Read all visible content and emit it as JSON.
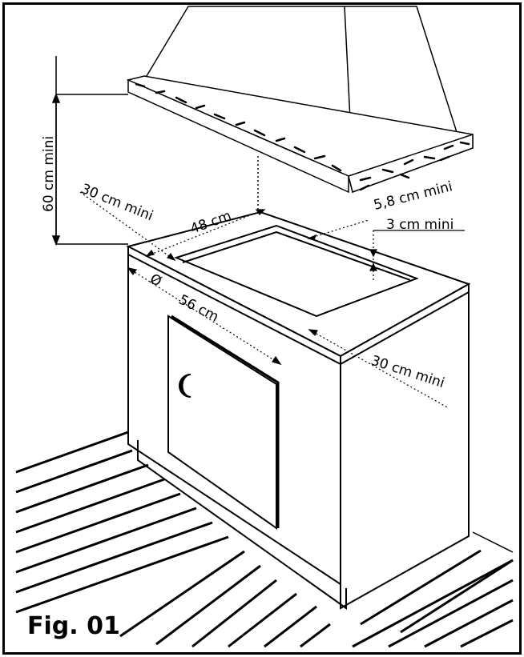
{
  "figure": {
    "label": "Fig. 01"
  },
  "dimensions": {
    "hood_height": "60 cm mini",
    "left_clearance": "30 cm mini",
    "cutout_depth": "48 cm",
    "cutout_width": "56 cm",
    "hood_width": "5,8 cm mini",
    "edge_clearance": "3 cm mini",
    "right_clearance": "30 cm mini",
    "small_symbol": "Ø"
  }
}
